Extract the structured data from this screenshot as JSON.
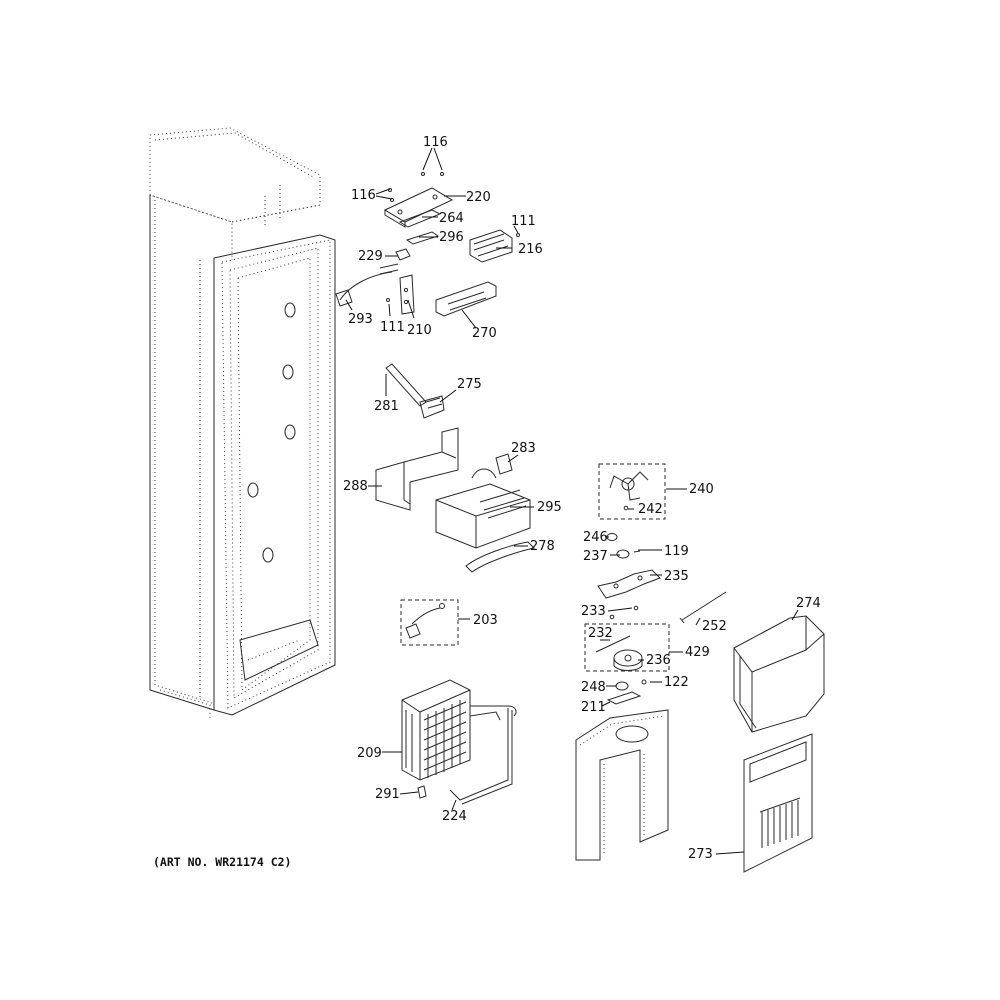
{
  "art_number": "(ART NO. WR21174 C2)",
  "callouts": {
    "c116a": "116",
    "c116b": "116",
    "c220": "220",
    "c264": "264",
    "c111a": "111",
    "c296": "296",
    "c216": "216",
    "c229": "229",
    "c293": "293",
    "c111b": "111",
    "c210": "210",
    "c270": "270",
    "c275": "275",
    "c281": "281",
    "c283": "283",
    "c288": "288",
    "c295": "295",
    "c278": "278",
    "c240": "240",
    "c242": "242",
    "c246": "246",
    "c237": "237",
    "c119": "119",
    "c235": "235",
    "c233": "233",
    "c252": "252",
    "c274": "274",
    "c232": "232",
    "c236": "236",
    "c429": "429",
    "c248": "248",
    "c122": "122",
    "c211": "211",
    "c203": "203",
    "c209": "209",
    "c291": "291",
    "c224": "224",
    "c273": "273"
  }
}
